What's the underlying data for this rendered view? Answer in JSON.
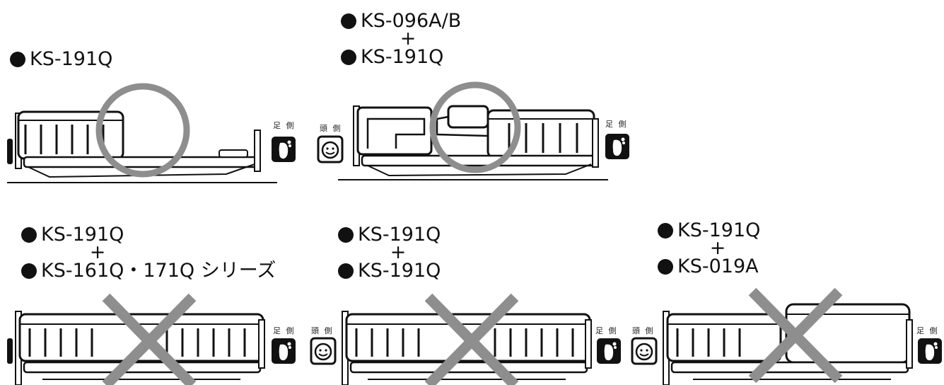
{
  "panels": [
    {
      "lines": [
        "KS-191Q"
      ],
      "plus": "",
      "verdict": "ok",
      "head_label": "",
      "foot_label": "足 側"
    },
    {
      "lines": [
        "KS-096A/B",
        "KS-191Q"
      ],
      "plus": "+",
      "verdict": "ok",
      "head_label": "頭 側",
      "foot_label": "足 側"
    },
    {
      "lines": [
        "KS-191Q",
        "KS-161Q・171Q シリーズ"
      ],
      "plus": "+",
      "verdict": "ng",
      "head_label": "",
      "foot_label": "足 側"
    },
    {
      "lines": [
        "KS-191Q",
        "KS-191Q"
      ],
      "plus": "+",
      "verdict": "ng",
      "head_label": "頭 側",
      "foot_label": "足 側"
    },
    {
      "lines": [
        "KS-191Q",
        "KS-019A"
      ],
      "plus": "+",
      "verdict": "ng",
      "head_label": "頭 側",
      "foot_label": "足 側"
    }
  ],
  "colors": {
    "ink": "#111111",
    "verdict_mark": "#8e8e8e"
  }
}
